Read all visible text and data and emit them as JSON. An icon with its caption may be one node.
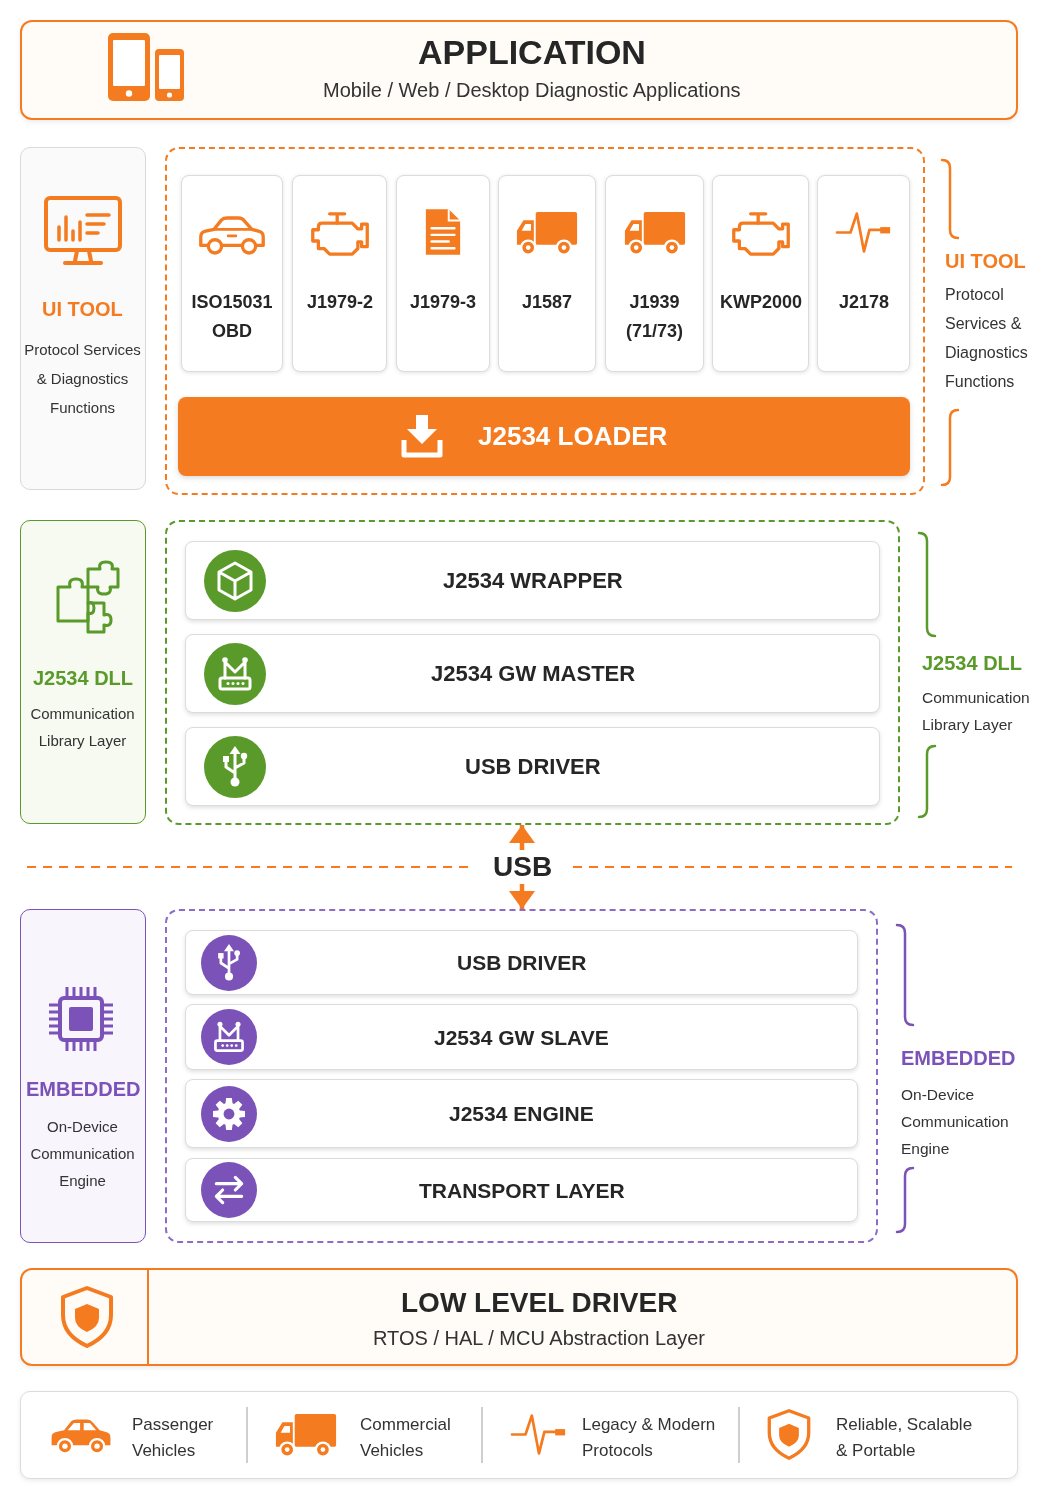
{
  "diagram": {
    "nodes": [
      {
        "text": [
          "APPLICATION",
          "Mobile / Web / Desktop Diagnostic Applications"
        ]
      },
      {
        "text": [
          "UI TOOL",
          "Protocol Services & Diagnostics Functions"
        ]
      },
      {
        "text": [],
        "shape": "box",
        "beside": [
          "UI TOOL",
          "Protocol Services & Diagnostics Functions"
        ]
      },
      {
        "text": [
          "ISO15031 OBD"
        ],
        "in": 2
      },
      {
        "text": [
          "J1979-2"
        ],
        "in": 2
      },
      {
        "text": [
          "J1979-3"
        ],
        "in": 2
      },
      {
        "text": [
          "J1587"
        ],
        "in": 2
      },
      {
        "text": [
          "J1939 (71/73)"
        ],
        "in": 2
      },
      {
        "text": [
          "KWP2000"
        ],
        "in": 2
      },
      {
        "text": [
          "J2178"
        ],
        "in": 2
      },
      {
        "text": [
          "J2534 LOADER"
        ],
        "in": 2
      },
      {
        "text": [
          "J2534 DLL",
          "Communication Library Layer"
        ]
      },
      {
        "text": [],
        "shape": "box",
        "beside": [
          "J2534 DLL",
          "Communication Library Layer"
        ]
      },
      {
        "text": [
          "J2534 WRAPPER"
        ],
        "in": 12
      },
      {
        "text": [
          "J2534 GW MASTER"
        ],
        "in": 12
      },
      {
        "text": [
          "USB DRIVER"
        ],
        "in": 12
      },
      {
        "text": [
          "EMBEDDED",
          "On-Device Communication Engine"
        ]
      },
      {
        "text": [],
        "shape": "box",
        "beside": [
          "EMBEDDED",
          "On-Device Communication Engine"
        ]
      },
      {
        "text": [
          "USB DRIVER"
        ],
        "in": 17
      },
      {
        "text": [
          "J2534 GW SLAVE"
        ],
        "in": 17
      },
      {
        "text": [
          "J2534 ENGINE"
        ],
        "in": 17
      },
      {
        "text": [
          "TRANSPORT LAYER"
        ],
        "in": 17
      },
      {
        "text": [
          "LOW LEVEL DRIVER",
          "RTOS / HAL / MCU Abstraction Layer"
        ]
      },
      {
        "text": [
          "Passenger Vehicles",
          "Commercial Vehicles",
          "Legacy & Modern Protocols",
          "Reliable, Scalable & Portable"
        ]
      }
    ],
    "edges": [
      {
        "from": 12,
        "to": 17,
        "arrow": "both",
        "label": "USB"
      }
    ]
  }
}
